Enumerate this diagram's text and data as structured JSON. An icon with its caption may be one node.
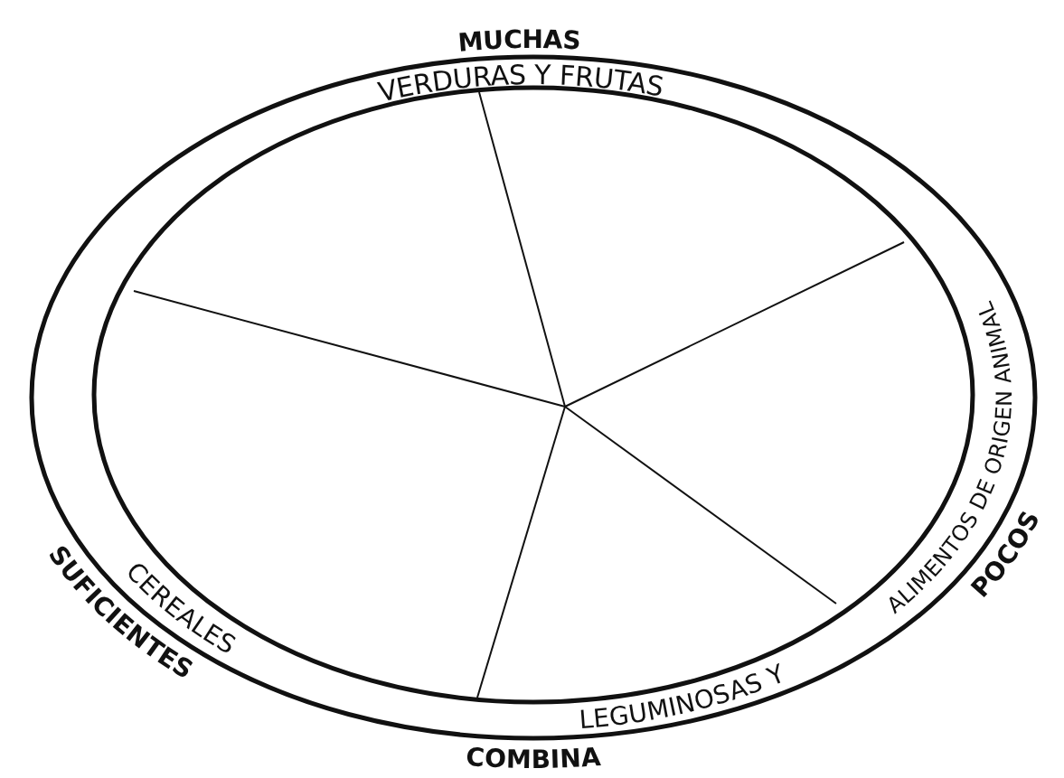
{
  "diagram": {
    "labels": [
      "MUCHAS",
      "VERDURAS Y FRUTAS",
      "ALIMENTOS DE ORIGEN ANIMAL",
      "POCOS",
      "CEREALES",
      "SUFICIENTES",
      "LEGUMINOSAS Y",
      "COMBINA"
    ]
  }
}
